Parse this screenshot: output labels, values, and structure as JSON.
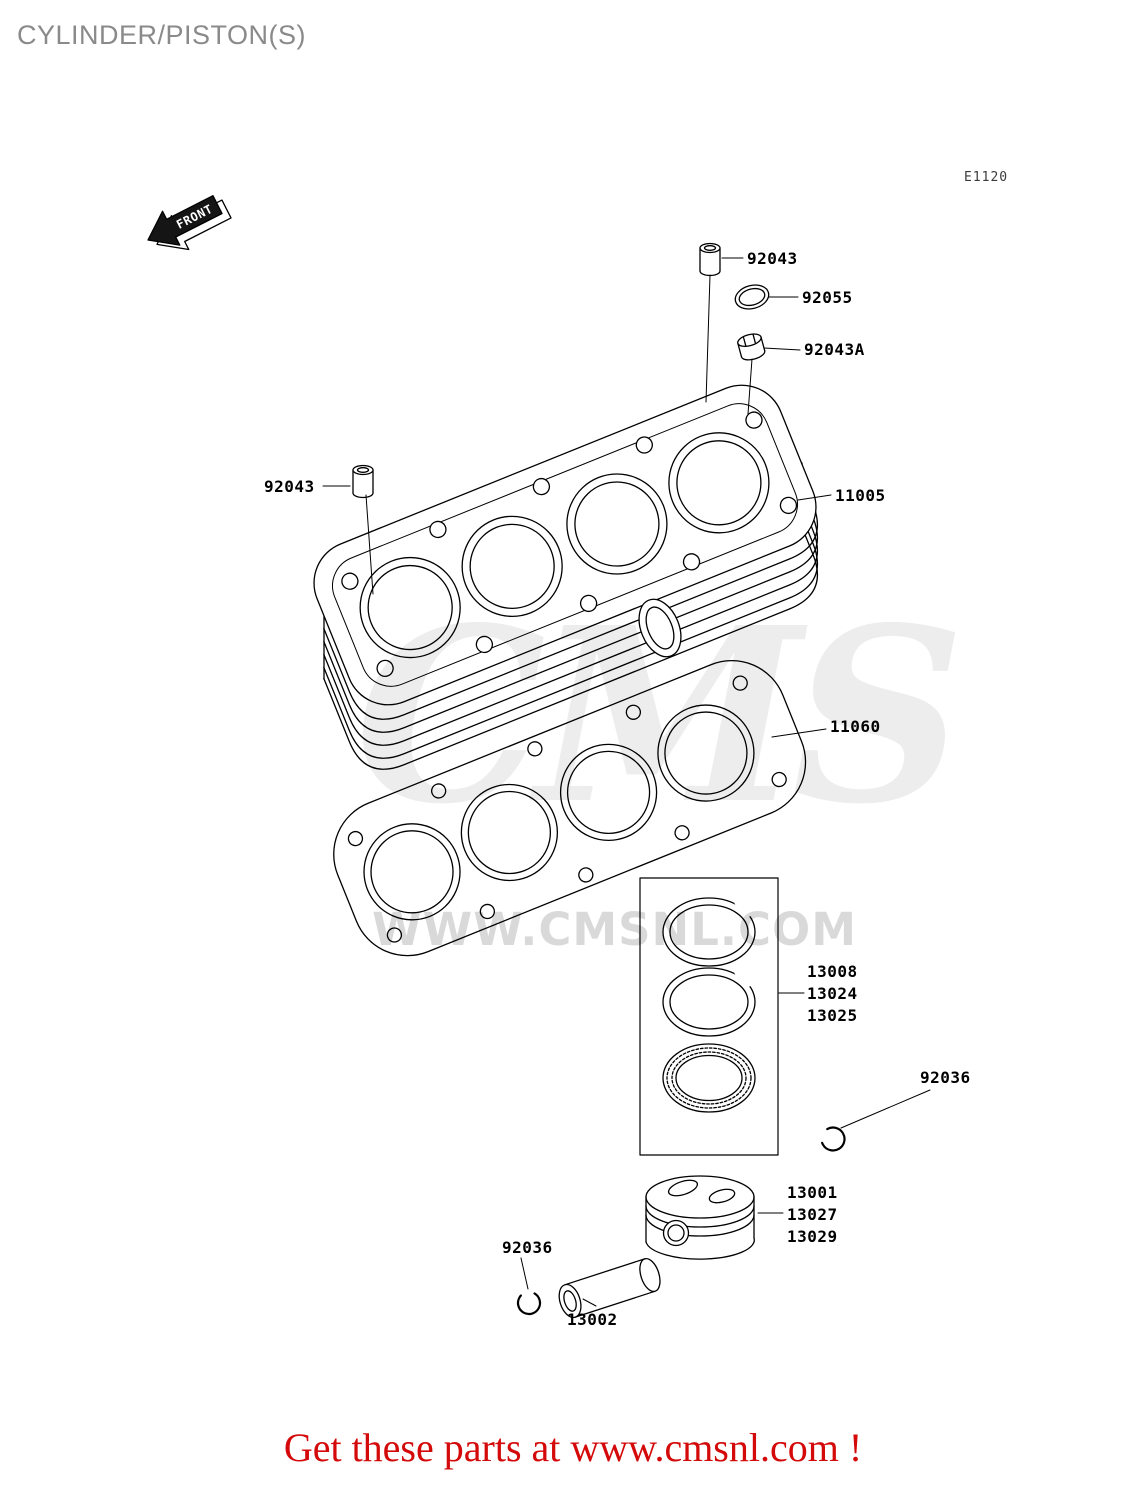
{
  "page": {
    "title": "CYLINDER/PISTON(S)",
    "diagram_code": "E1120",
    "footer_text": "Get these parts at www.cmsnl.com !"
  },
  "front_arrow": {
    "label": "FRONT"
  },
  "watermark": {
    "logo_text": "CMS",
    "site_text": "WWW.CMSNL.COM"
  },
  "colors": {
    "title_gray": "#8a8a8a",
    "footer_red": "#d40909",
    "diagram_line": "#000000",
    "watermark_gray": "#d8d8d8"
  },
  "part_labels": {
    "dowel_top": "92043",
    "o_ring": "92055",
    "knock_pin": "92043A",
    "dowel_left": "92043",
    "cylinder_block": "11005",
    "head_gasket": "11060",
    "ring_top": "13008",
    "ring_second": "13024",
    "ring_oil": "13025",
    "circlip_right": "92036",
    "piston": "13001",
    "piston_alt_1": "13027",
    "piston_alt_2": "13029",
    "circlip_left": "92036",
    "piston_pin": "13002"
  }
}
